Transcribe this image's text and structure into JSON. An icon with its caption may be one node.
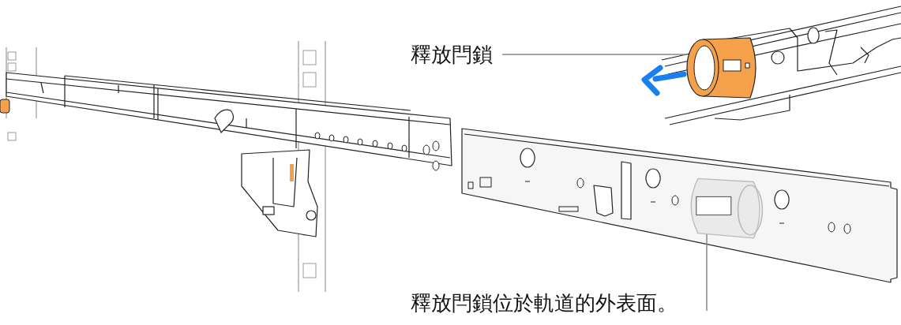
{
  "diagram": {
    "nodes": [
      {
        "text": [
          "釋放閂鎖"
        ]
      },
      {
        "text": [],
        "shape": "picture"
      },
      {
        "text": [
          "釋放閂鎖位於軌道的外表面。"
        ]
      },
      {
        "text": [],
        "shape": "picture"
      }
    ],
    "edges": [
      {
        "from": 0,
        "to": 1,
        "arrow": "none"
      },
      {
        "from": 2,
        "to": 3,
        "arrow": "none"
      }
    ]
  }
}
